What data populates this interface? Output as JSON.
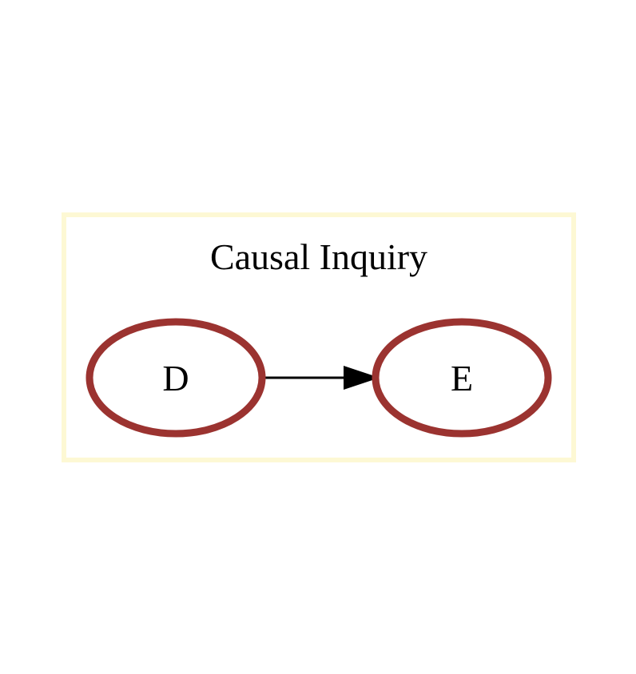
{
  "diagram": {
    "cluster": {
      "title": "Causal Inquiry",
      "border_color": "#fdf8d4"
    },
    "nodes": [
      {
        "id": "D",
        "label": "D"
      },
      {
        "id": "E",
        "label": "E"
      }
    ],
    "edges": [
      {
        "from": "D",
        "to": "E"
      }
    ],
    "colors": {
      "node_stroke": "#9b3330",
      "edge": "#000000",
      "text": "#000000",
      "background": "#ffffff"
    }
  }
}
